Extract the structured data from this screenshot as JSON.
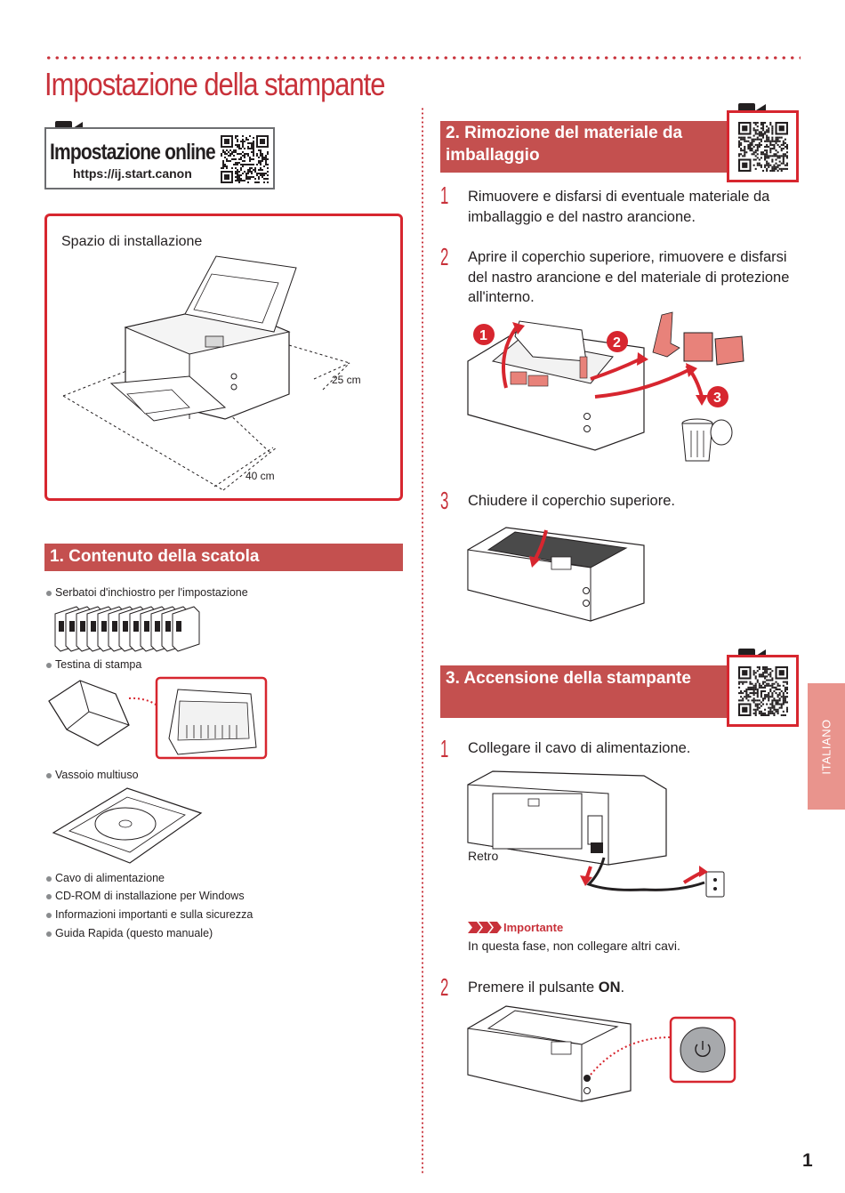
{
  "page": {
    "title": "Impostazione della stampante",
    "number": "1",
    "side_tab": "ITALIANO"
  },
  "online": {
    "title": "Impostazione online",
    "url": "https://ij.start.canon"
  },
  "install": {
    "label": "Spazio di installazione",
    "dim_depth": "25 cm",
    "dim_width": "40 cm"
  },
  "box_contents": {
    "heading": "1. Contenuto della scatola",
    "items": [
      "Serbatoi d'inchiostro per l'impostazione",
      "Testina di stampa",
      "Vassoio multiuso",
      "Cavo di alimentazione",
      "CD-ROM di installazione per Windows",
      "Informazioni importanti e sulla sicurezza",
      "Guida Rapida (questo manuale)"
    ]
  },
  "packing": {
    "heading": "2. Rimozione del materiale da imballaggio",
    "steps": [
      {
        "num": "1",
        "text": "Rimuovere e disfarsi di eventuale materiale da imballaggio e del nastro arancione."
      },
      {
        "num": "2",
        "text": "Aprire il coperchio superiore, rimuovere e disfarsi del nastro arancione e del materiale di protezione all'interno."
      },
      {
        "num": "3",
        "text": "Chiudere il coperchio superiore."
      }
    ],
    "markers": [
      "1",
      "2",
      "3"
    ]
  },
  "power": {
    "heading": "3. Accensione della stampante",
    "steps": [
      {
        "num": "1",
        "text": "Collegare il cavo di alimentazione."
      },
      {
        "num": "2",
        "text_before": "Premere il pulsante ",
        "text_bold": "ON",
        "text_after": "."
      }
    ],
    "rear_label": "Retro",
    "important_label": "Importante",
    "important_text": "In questa fase, non collegare altri cavi."
  },
  "colors": {
    "accent_red": "#c8313a",
    "section_bar": "#c4504f",
    "side_tab": "#e9948d",
    "orange_tape": "#e8827a"
  },
  "icons": [
    "video-camera-icon",
    "qr-code-icon",
    "power-icon",
    "trash-can-icon"
  ]
}
